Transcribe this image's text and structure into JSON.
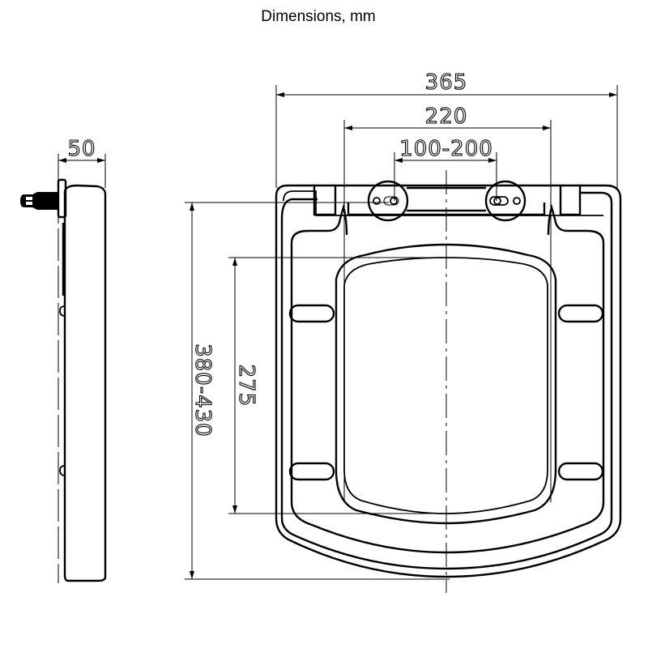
{
  "title": "Dimensions, mm",
  "dimensions": {
    "overall_width": "365",
    "hinge_outer_width": "220",
    "hinge_spacing": "100-200",
    "side_thickness": "50",
    "overall_length": "380-430",
    "opening_length": "275"
  }
}
